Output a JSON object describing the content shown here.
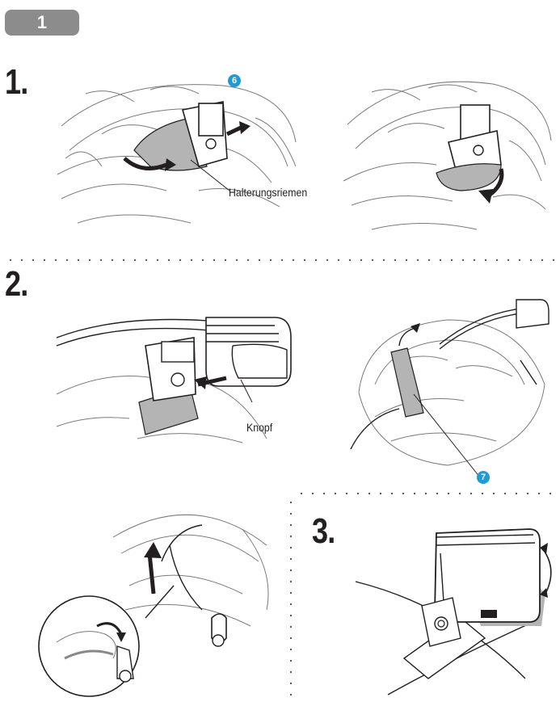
{
  "page": {
    "tab_number": "1"
  },
  "steps": [
    {
      "number": "1."
    },
    {
      "number": "2."
    },
    {
      "number": "3."
    }
  ],
  "labels": {
    "strap": "Halterungsriemen",
    "knob": "Knopf"
  },
  "callouts": {
    "six": "6",
    "seven": "7"
  },
  "colors": {
    "callout": "#1e9ad6",
    "tab": "#8c8c8c",
    "strap_fill": "#b4b4b4"
  }
}
